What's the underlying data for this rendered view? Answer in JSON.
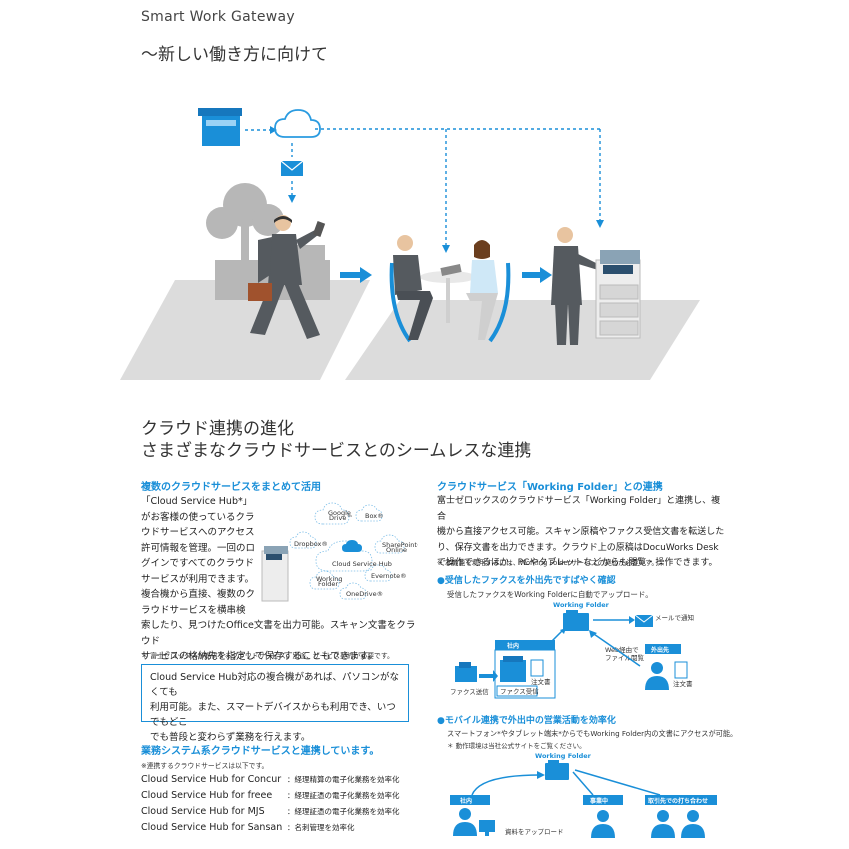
{
  "header": {
    "brand": "Smart Work Gateway",
    "tagline": "〜新しい働き方に向けて"
  },
  "headline": {
    "main": "クラウド連携の進化",
    "sub": "さまざまなクラウドサービスとのシームレスな連携"
  },
  "left_section": {
    "title": "複数のクラウドサービスをまとめて活用",
    "body_lines": [
      "「Cloud Service Hub*」",
      "がお客様の使っているクラ",
      "ウドサービスへのアクセス",
      "許可情報を管理。一回のロ",
      "グインですべてのクラウド",
      "サービスが利用できます。",
      "複合機から直接、複数のク",
      "ラウドサービスを横串検"
    ],
    "body_full_lines": [
      "索したり、見つけたOffice文書を出力可能。スキャン文書をクラウド",
      "サービスの格納先を指定して保存することもできます。"
    ],
    "note": "＊ 富士ゼロックスが提供するクラウドサービス。別途、サービス契約が必要です。",
    "cloud_services": [
      "Google Drive™",
      "Box®",
      "Dropbox®",
      "SharePoint® Online",
      "Cloud Service Hub",
      "Evernote®",
      "Working Folder",
      "OneDrive®"
    ],
    "box_lines": [
      "Cloud Service Hub対応の複合機があれば、パソコンがなくても",
      "利用可能。また、スマートデバイスからも利用でき、いつでもどこ",
      "でも普段と変わらず業務を行えます。"
    ],
    "biz_title": "業務システム系クラウドサービスと連携しています。",
    "biz_note": "※連携するクラウドサービスは以下です。",
    "services": [
      {
        "name": "Cloud Service Hub for Concur",
        "desc": "：経理精算の電子化業務を効率化"
      },
      {
        "name": "Cloud Service Hub for freee",
        "desc": "：経理証憑の電子化業務を効率化"
      },
      {
        "name": "Cloud Service Hub for MJS",
        "desc": "：経理証憑の電子化業務を効率化"
      },
      {
        "name": "Cloud Service Hub for Sansan",
        "desc": "：名刺管理を効率化"
      }
    ]
  },
  "right_section": {
    "title": "クラウドサービス「Working Folder」との連携",
    "body_lines": [
      "富士ゼロックスのクラウドサービス「Working Folder」と連携し、複合",
      "機から直接アクセス可能。スキャン原稿やファクス受信文書を転送した",
      "り、保存文書を出力できます。クラウド上の原稿はDocuWorks Desk",
      "で操作できるほか、PCやタブレットなどからも閲覧・操作できます。"
    ],
    "note": "※ 本機能を利用するには、Working Folderサービスの契約が必要です。",
    "bullet1": {
      "title": "●受信したファクスを外出先ですばやく確認",
      "desc": "受信したファクスをWorking Folderに自動でアップロード。",
      "labels": {
        "folder": "Working Folder",
        "office": "社内",
        "outside": "外出先",
        "mail": "メールで通知",
        "web": "Web経由で",
        "filebrowse": "ファイル閲覧",
        "fax_send": "ファクス送信",
        "fax_recv": "ファクス受信",
        "order1": "注文書",
        "order2": "注文書"
      }
    },
    "bullet2": {
      "title": "●モバイル連携で外出中の営業活動を効率化",
      "desc": "スマートフォン*やタブレット端末*からでもWorking Folder内の文書にアクセスが可能。",
      "note": "＊ 動作環境は当社公式サイトをご覧ください。",
      "labels": {
        "folder": "Working Folder",
        "office": "社内",
        "visit": "事業中",
        "visit2": "取引先での打ち合わせ",
        "upload": "資料をアップロード"
      }
    }
  },
  "colors": {
    "accent": "#1a8fd8",
    "cloud_outline": "#2a9be0",
    "platform": "#dcdcdc",
    "suit": "#555a5f"
  }
}
